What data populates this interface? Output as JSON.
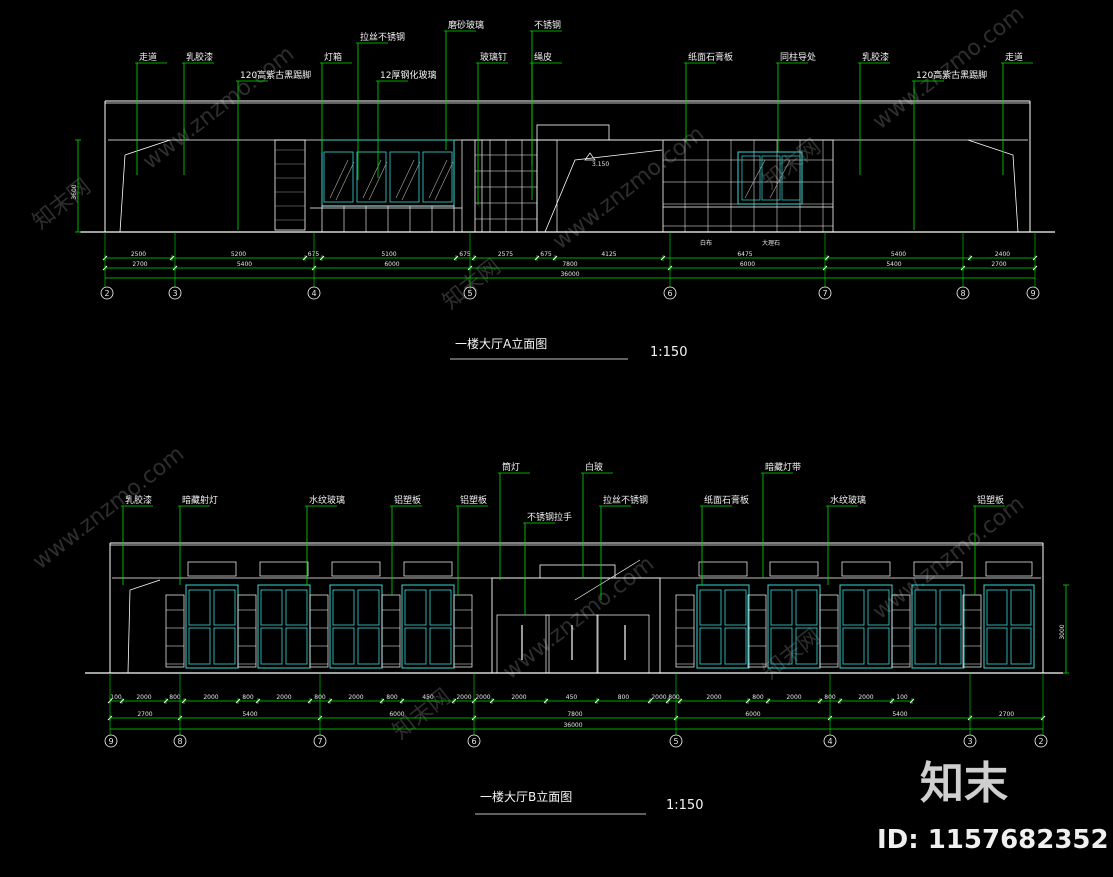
{
  "elevation_a": {
    "labels": [
      "走道",
      "乳胶漆",
      "120高紫古黑踢脚",
      "灯箱",
      "拉丝不锈钢",
      "12厚钢化玻璃",
      "磨砂玻璃",
      "玻璃钉",
      "不锈钢",
      "绳皮",
      "纸面石膏板",
      "同柱导处",
      "乳胶漆",
      "120高紫古黑踢脚",
      "走道"
    ],
    "level_mark": "3.150",
    "height_dim": "3600",
    "floor_labels": [
      "白布",
      "大理石"
    ],
    "dims_row1": [
      "2500",
      "5200",
      "675",
      "5100",
      "675",
      "2575",
      "675",
      "4125",
      "6475",
      "5400",
      "2400"
    ],
    "dims_row2": [
      "2700",
      "5400",
      "6000",
      "7800",
      "6000",
      "5400",
      "2700"
    ],
    "dims_total": "36000",
    "axes": [
      "2",
      "3",
      "4",
      "5",
      "6",
      "7",
      "8",
      "9"
    ],
    "title": "一楼大厅A立面图",
    "scale": "1:150"
  },
  "elevation_b": {
    "labels": [
      "乳胶漆",
      "暗藏射灯",
      "水纹玻璃",
      "铝塑板",
      "铝塑板",
      "筒灯",
      "不锈钢拉手",
      "白玻",
      "拉丝不锈钢",
      "纸面石膏板",
      "暗藏灯带",
      "水纹玻璃",
      "铝塑板"
    ],
    "height_dim": "3000",
    "dims_row1": [
      "100",
      "2000",
      "800",
      "2000",
      "800",
      "2000",
      "800",
      "2000",
      "800",
      "450",
      "2000",
      "2000",
      "2000",
      "450",
      "800",
      "2000",
      "800",
      "2000",
      "800",
      "2000",
      "800",
      "2000",
      "100"
    ],
    "dims_row2": [
      "2700",
      "5400",
      "6000",
      "7800",
      "6000",
      "5400",
      "2700"
    ],
    "dims_total": "36000",
    "axes": [
      "9",
      "8",
      "7",
      "6",
      "5",
      "4",
      "3",
      "2"
    ],
    "title": "一楼大厅B立面图",
    "scale": "1:150"
  },
  "watermark": {
    "site": "www.znzmo.com",
    "cn": "知末网",
    "brand": "知末",
    "id": "ID: 1157682352"
  },
  "colors": {
    "line": "#ffffff",
    "green": "#00e000",
    "cyan": "#39d6d6",
    "background": "#000000"
  }
}
